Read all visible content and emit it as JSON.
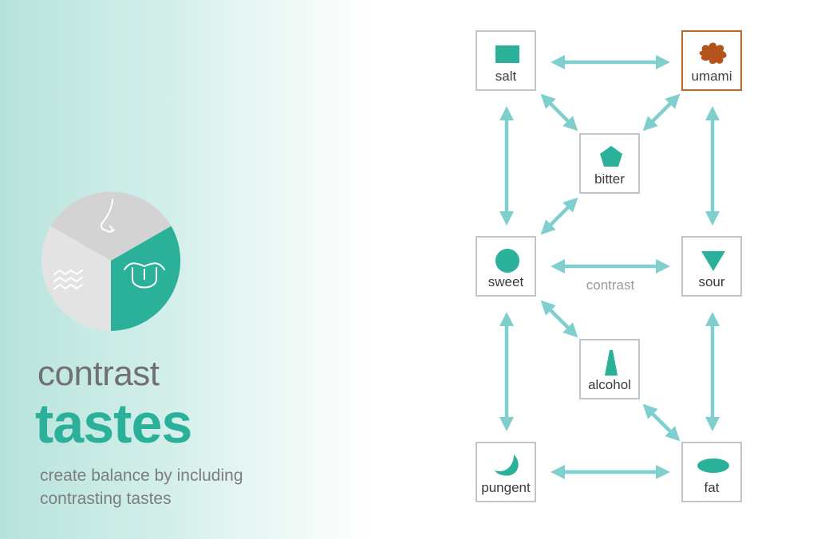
{
  "colors": {
    "accent": "#2bb09a",
    "arrow": "#7fcfcf",
    "umami": "#b2541b",
    "node_border": "#c4c4c4",
    "umami_border": "#b86a2e"
  },
  "pie": {
    "segments": [
      "nose-icon",
      "waves-icon",
      "tongue-icon"
    ]
  },
  "heading": {
    "line1": "contrast",
    "line2": "tastes"
  },
  "subtitle": "create balance by including contrasting tastes",
  "diagram": {
    "nodes": {
      "salt": {
        "label": "salt",
        "icon": "square-icon"
      },
      "umami": {
        "label": "umami",
        "icon": "splat-icon"
      },
      "bitter": {
        "label": "bitter",
        "icon": "pentagon-icon"
      },
      "sweet": {
        "label": "sweet",
        "icon": "circle-icon"
      },
      "sour": {
        "label": "sour",
        "icon": "triangle-down-icon"
      },
      "alcohol": {
        "label": "alcohol",
        "icon": "spike-icon"
      },
      "pungent": {
        "label": "pungent",
        "icon": "crescent-icon"
      },
      "fat": {
        "label": "fat",
        "icon": "ellipse-icon"
      }
    },
    "contrast_label": "contrast",
    "links": [
      [
        "salt",
        "umami"
      ],
      [
        "salt",
        "bitter"
      ],
      [
        "umami",
        "bitter"
      ],
      [
        "salt",
        "sweet"
      ],
      [
        "umami",
        "sour"
      ],
      [
        "bitter",
        "sweet"
      ],
      [
        "sweet",
        "sour"
      ],
      [
        "sweet",
        "alcohol"
      ],
      [
        "sweet",
        "pungent"
      ],
      [
        "sour",
        "fat"
      ],
      [
        "alcohol",
        "fat"
      ],
      [
        "pungent",
        "fat"
      ]
    ]
  }
}
